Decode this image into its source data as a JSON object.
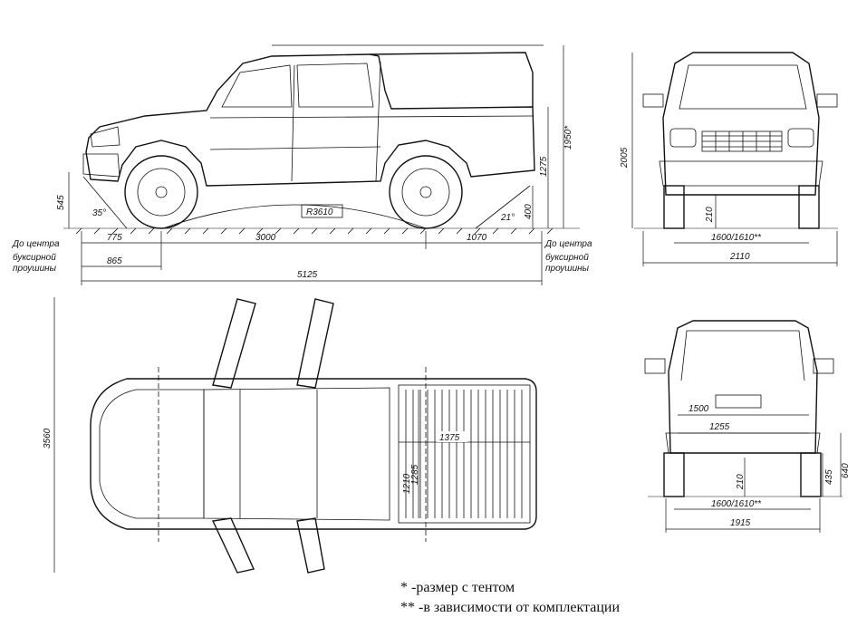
{
  "side_view": {
    "dim_545": "545",
    "dim_1950": "1950*",
    "dim_1275": "1275",
    "dim_400": "400",
    "angle_front": "35°",
    "angle_rear": "21°",
    "radius": "R3610",
    "dim_775": "775",
    "dim_3000": "3000",
    "dim_1070": "1070",
    "dim_865": "865",
    "dim_5125": "5125",
    "tow_left_1": "До центра",
    "tow_left_2": "буксирной",
    "tow_left_3": "проушины",
    "tow_right_1": "До центра",
    "tow_right_2": "буксирной",
    "tow_right_3": "проушины"
  },
  "front_view": {
    "dim_2005": "2005",
    "dim_210": "210",
    "dim_track": "1600/1610**",
    "dim_2110": "2110"
  },
  "top_view": {
    "dim_3560": "3560",
    "dim_1375": "1375",
    "dim_1285": "1285",
    "dim_1210": "1210"
  },
  "rear_view": {
    "dim_1500": "1500",
    "dim_1255": "1255",
    "dim_210": "210",
    "dim_435": "435",
    "dim_640": "640",
    "dim_track": "1600/1610**",
    "dim_1915": "1915"
  },
  "notes": {
    "note1": "* -размер с тентом",
    "note2": "** -в зависимости от комплектации"
  }
}
